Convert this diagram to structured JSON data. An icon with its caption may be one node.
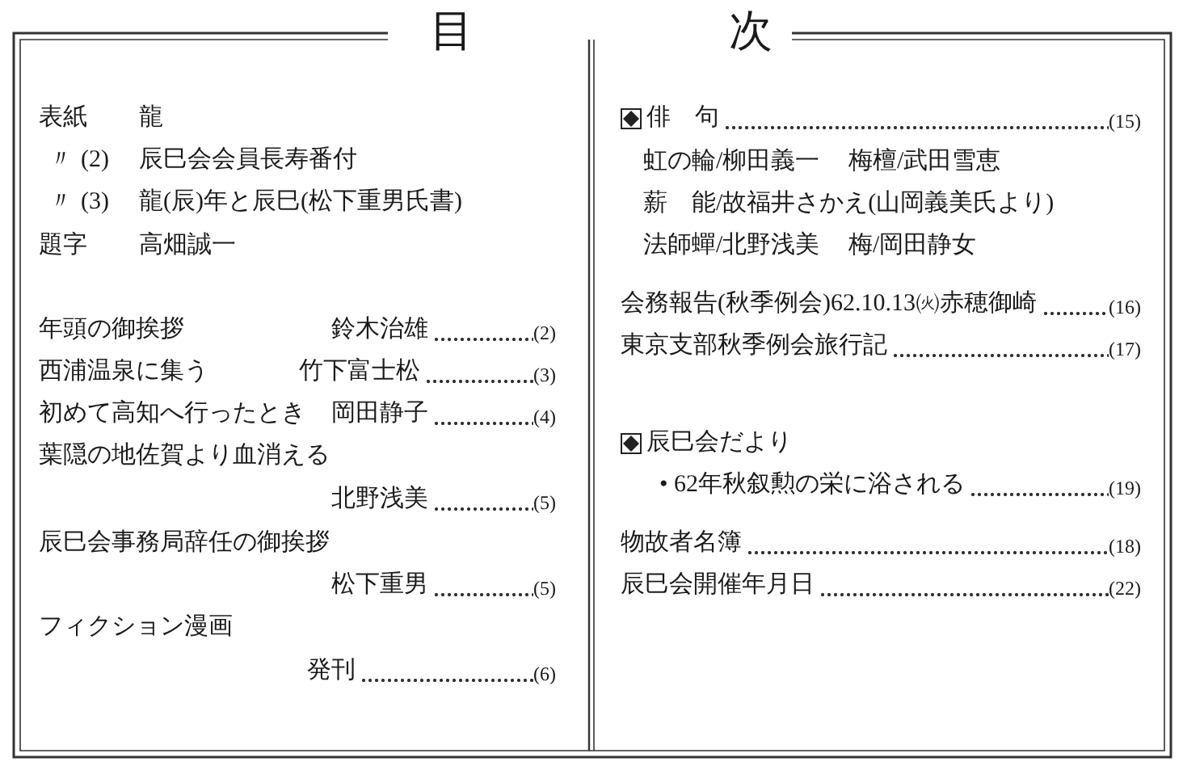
{
  "diagram": {
    "title": "目次",
    "labels": [
      "表紙",
      "龍",
      "〃",
      "(2)",
      "辰巳会会員長寿番付",
      "〃",
      "(3)",
      "龍(辰)年と辰巳(松下重男氏書)",
      "題字",
      "高畑誠一",
      "年頭の御挨拶",
      "鈴木治雄",
      "(2)",
      "西浦温泉に集う",
      "竹下富士松",
      "(3)",
      "初めて高知へ行ったとき",
      "岡田静子",
      "(4)",
      "葉隠の地佐賀より血消える",
      "北野浅美",
      "(5)",
      "辰巳会事務局辞任の御挨拶",
      "松下重男",
      "(5)",
      "フィクション漫画",
      "発刊",
      "(6)",
      "俳　句",
      "(15)",
      "虹の輪/柳田義一",
      "梅檀/武田雪恵",
      "薪　能/故福井さかえ(山岡義美氏より)",
      "法師蟬/北野浅美",
      "梅/岡田静女",
      "会務報告(秋季例会)62.10.13㈫赤穂御崎",
      "(16)",
      "東京支部秋季例会旅行記",
      "(17)",
      "辰巳会だより",
      "• 62年秋叙勲の栄に浴される",
      "(19)",
      "物故者名簿",
      "(18)",
      "辰巳会開催年月日",
      "(22)"
    ]
  }
}
